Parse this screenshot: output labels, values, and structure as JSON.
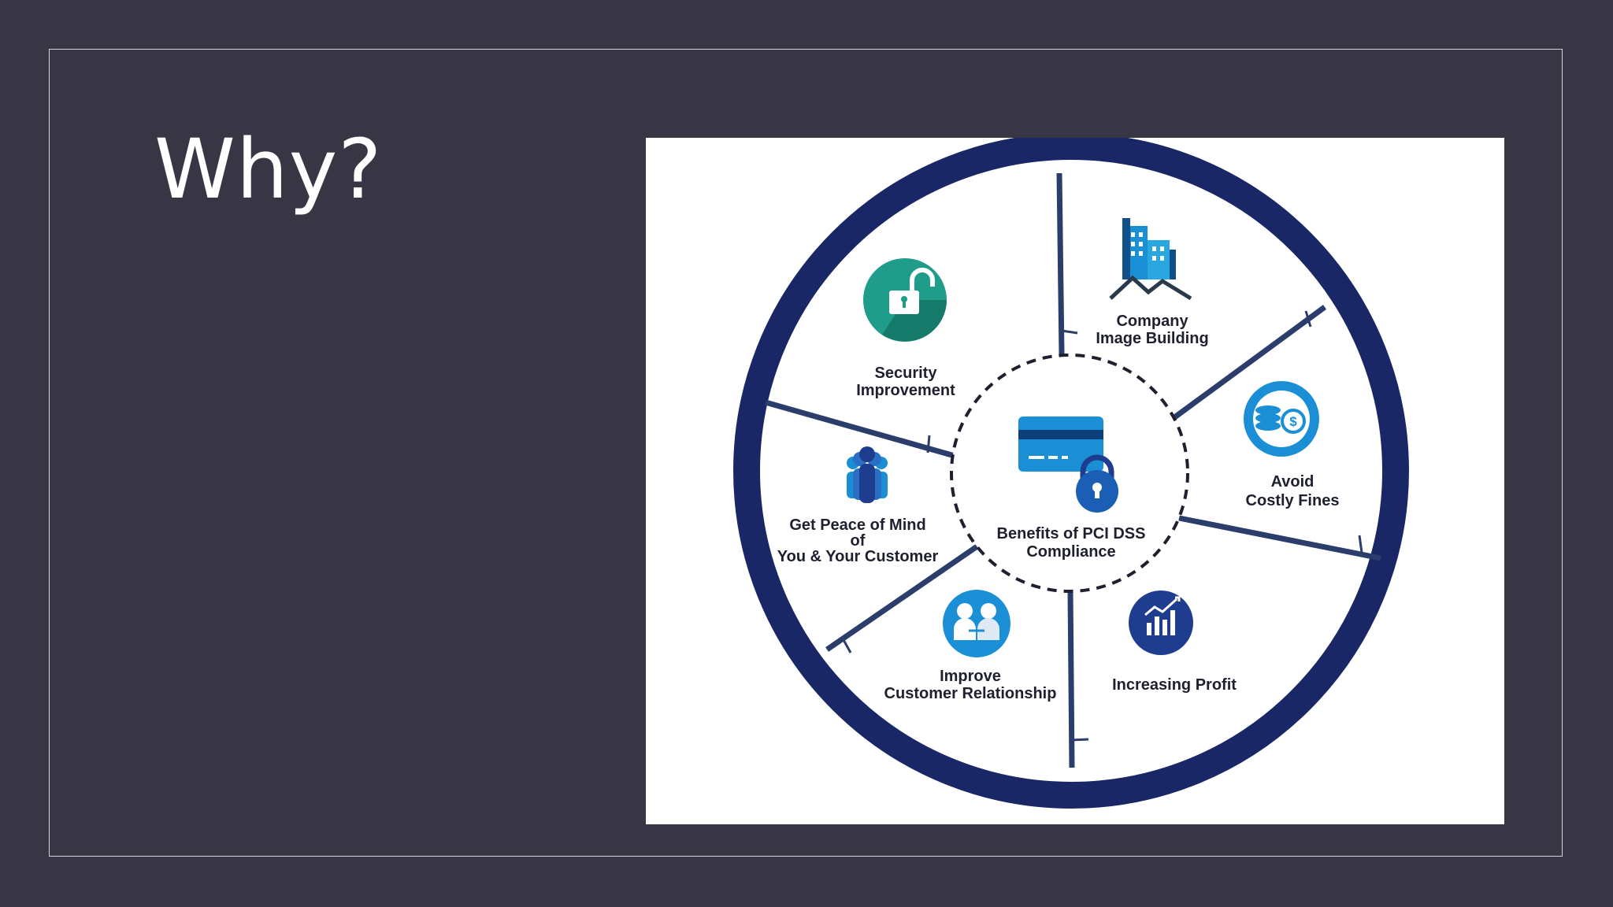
{
  "slide": {
    "title": "Why?"
  },
  "diagram": {
    "center": {
      "line1": "Benefits of PCI DSS",
      "line2": "Compliance",
      "icon": "credit-card-lock-icon"
    },
    "segments": [
      {
        "id": "security",
        "lines": [
          "Security",
          "Improvement"
        ],
        "icon": "unlocked-padlock-icon"
      },
      {
        "id": "company-image",
        "lines": [
          "Company",
          "Image Building"
        ],
        "icon": "buildings-icon"
      },
      {
        "id": "avoid-fines",
        "lines": [
          "Avoid",
          "Costly Fines"
        ],
        "icon": "coins-dollar-icon"
      },
      {
        "id": "profit",
        "lines": [
          "Increasing Profit"
        ],
        "icon": "rising-bar-chart-icon"
      },
      {
        "id": "customer-relationship",
        "lines": [
          "Improve",
          "Customer Relationship"
        ],
        "icon": "handshake-people-icon"
      },
      {
        "id": "peace-of-mind",
        "lines": [
          "Get Peace of Mind",
          "of",
          "You & Your Customer"
        ],
        "icon": "people-group-icon"
      }
    ],
    "colors": {
      "ring": "#1a2766",
      "divider": "#2b3d6b",
      "teal": "#1f9d8a",
      "blue": "#1a8fd6",
      "navy": "#1e3d8f"
    }
  }
}
